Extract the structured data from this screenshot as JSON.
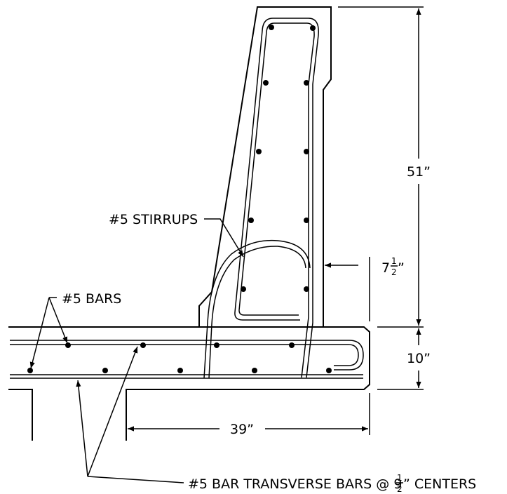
{
  "labels": {
    "stirrups": "#5 STIRRUPS",
    "bars": "#5 BARS",
    "transverse": "#5 BAR TRANSVERSE BARS @ 9",
    "transverse_frac_num": "1",
    "transverse_frac_den": "2",
    "transverse_tail": "” CENTERS"
  },
  "dimensions": {
    "height": "51”",
    "offset_whole": "7",
    "offset_num": "1",
    "offset_den": "2",
    "offset_inch": "”",
    "deck": "10”",
    "overhang": "39”"
  }
}
